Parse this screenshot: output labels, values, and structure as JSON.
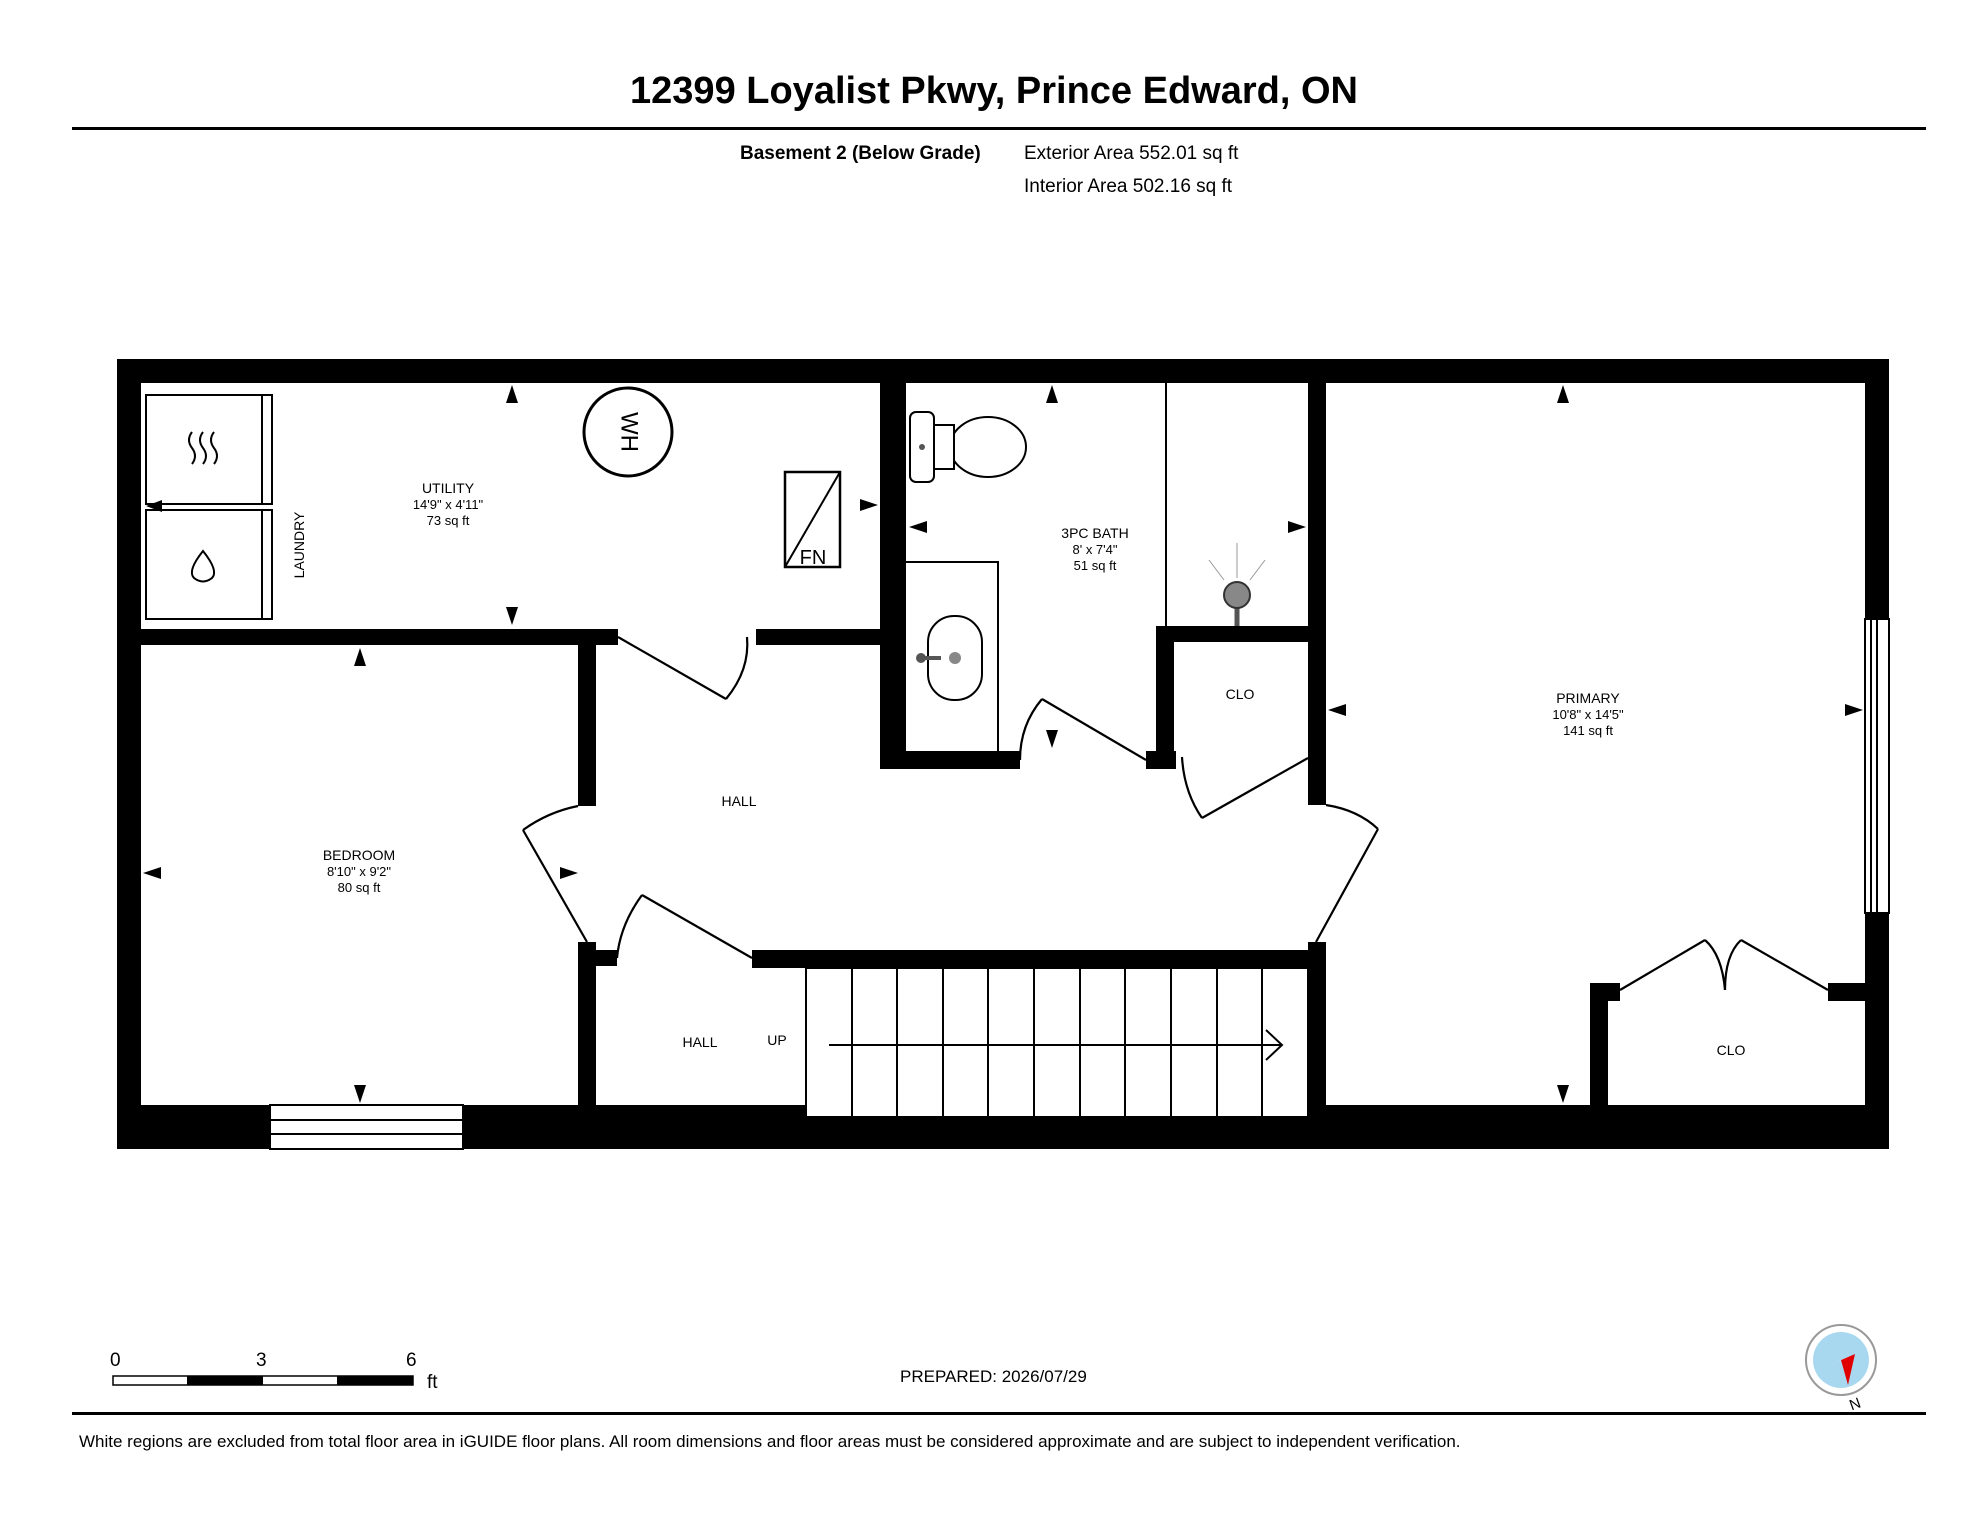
{
  "header": {
    "address": "12399 Loyalist Pkwy, Prince Edward, ON",
    "level": "Basement 2 (Below Grade)",
    "exterior_area": "Exterior Area 552.01 sq ft",
    "interior_area": "Interior Area 502.16 sq ft"
  },
  "rooms": {
    "utility": {
      "name": "UTILITY",
      "dims": "14'9\" x 4'11\"",
      "area": "73 sq ft"
    },
    "laundry": {
      "name": "LAUNDRY"
    },
    "bath": {
      "name": "3PC BATH",
      "dims": "8' x 7'4\"",
      "area": "51 sq ft"
    },
    "primary": {
      "name": "PRIMARY",
      "dims": "10'8\" x 14'5\"",
      "area": "141 sq ft"
    },
    "bedroom": {
      "name": "BEDROOM",
      "dims": "8'10\" x 9'2\"",
      "area": "80 sq ft"
    },
    "hall_main": {
      "name": "HALL"
    },
    "hall_stair": {
      "name": "HALL"
    },
    "stairs": {
      "label": "UP"
    },
    "closet_bath": {
      "name": "CLO"
    },
    "closet_primary": {
      "name": "CLO"
    }
  },
  "fixtures": {
    "water_heater": "WH",
    "furnace": "FN"
  },
  "scale": {
    "ticks": [
      "0",
      "3",
      "6"
    ],
    "unit": "ft"
  },
  "prepared": "PREPARED: 2026/07/29",
  "compass": {
    "label": "N"
  },
  "footer": "White regions are excluded from total floor area in iGUIDE floor plans. All room dimensions and floor areas must be considered approximate and are subject to independent verification."
}
